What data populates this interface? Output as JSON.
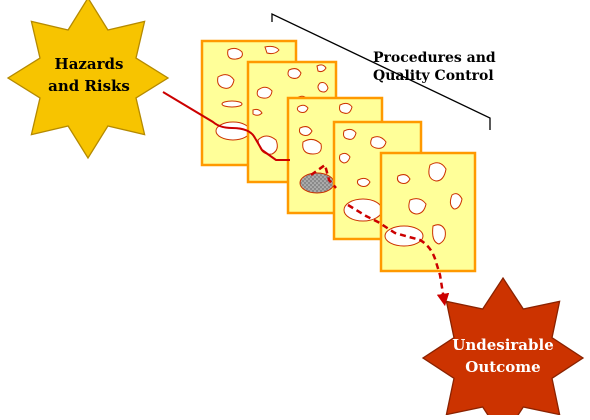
{
  "diagram": {
    "hazard_label_line1": "Hazards",
    "hazard_label_line2": "and Risks",
    "outcome_label_line1": "Undesirable",
    "outcome_label_line2": "Outcome",
    "barrier_label_line1": "Procedures and",
    "barrier_label_line2": "Quality Control"
  },
  "colors": {
    "hazard_fill": "#f7c400",
    "hazard_stroke": "#b58a00",
    "outcome_fill": "#cc3300",
    "outcome_stroke": "#8a2200",
    "slice_fill": "#ffff99",
    "slice_stroke": "#ff9900",
    "hole_fill": "#ffffff",
    "hole_stroke": "#cc3300",
    "path_color": "#cc0000",
    "blocked_hole_fill": "#a0a0a0"
  }
}
